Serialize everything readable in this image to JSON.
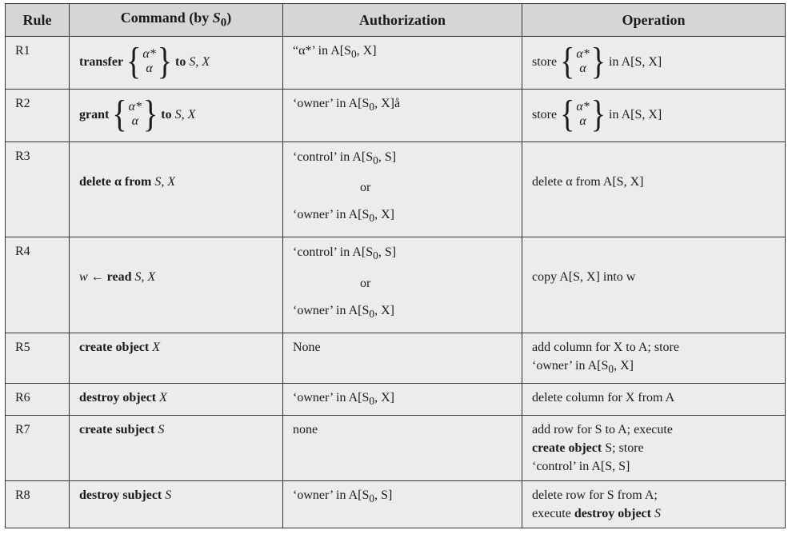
{
  "headers": {
    "rule": "Rule",
    "command_pre": "Command (by ",
    "command_sub": "S",
    "command_sub0": "0",
    "command_post": ")",
    "authorization": "Authorization",
    "operation": "Operation"
  },
  "rows": {
    "r1": {
      "rule": "R1",
      "cmd_word": "transfer",
      "brace_top": "α*",
      "brace_bot": "α",
      "cmd_tail": "to",
      "cmd_tail_args": " S, X",
      "auth": "“α*’ in A[S",
      "auth_sub": "0",
      "auth_end": ", X]",
      "op_pre": "store",
      "op_top": "α*",
      "op_bot": "α",
      "op_post": "in A[S, X]"
    },
    "r2": {
      "rule": "R2",
      "cmd_word": "grant",
      "brace_top": "α*",
      "brace_bot": "α",
      "cmd_tail": "to",
      "cmd_tail_args": " S, X",
      "auth": "‘owner’ in A[S",
      "auth_sub": "0",
      "auth_end": ", X]å",
      "op_pre": "store",
      "op_top": "α*",
      "op_bot": "α",
      "op_post": "in A[S, X]"
    },
    "r3": {
      "rule": "R3",
      "cmd": "delete α from",
      "cmd_args": " S, X",
      "auth_a": "‘control’ in A[S",
      "auth_a_sub": "0",
      "auth_a_end": ", S]",
      "auth_or": "or",
      "auth_b": "‘owner’ in A[S",
      "auth_b_sub": "0",
      "auth_b_end": ", X]",
      "op": "delete α from A[S, X]"
    },
    "r4": {
      "rule": "R4",
      "cmd_pre": "w ← ",
      "cmd_word": "read",
      "cmd_args": " S, X",
      "auth_a": "‘control’ in A[S",
      "auth_a_sub": "0",
      "auth_a_end": ", S]",
      "auth_or": "or",
      "auth_b": "‘owner’ in A[S",
      "auth_b_sub": "0",
      "auth_b_end": ", X]",
      "op": "copy A[S, X] into w"
    },
    "r5": {
      "rule": "R5",
      "cmd": "create object",
      "cmd_args": " X",
      "auth": "None",
      "op_l1": "add column for X to A; store",
      "op_l2": "‘owner’ in A[S",
      "op_l2_sub": "0",
      "op_l2_end": ", X]"
    },
    "r6": {
      "rule": "R6",
      "cmd": "destroy object",
      "cmd_args": " X",
      "auth": "‘owner’ in A[S",
      "auth_sub": "0",
      "auth_end": ", X]",
      "op": "delete column for X from A"
    },
    "r7": {
      "rule": "R7",
      "cmd": "create subject",
      "cmd_args": " S",
      "auth": "none",
      "op_l1": "add row for S to A; execute",
      "op_l2_bold": "create object",
      "op_l2_rest": " S; store",
      "op_l3": "‘control’ in A[S, S]"
    },
    "r8": {
      "rule": "R8",
      "cmd": "destroy subject",
      "cmd_args": " S",
      "auth": "‘owner’ in A[S",
      "auth_sub": "0",
      "auth_end": ", S]",
      "op_l1": "delete row for S from A;",
      "op_l2_pre": "execute ",
      "op_l2_bold": "destroy object",
      "op_l2_args": " S"
    }
  }
}
